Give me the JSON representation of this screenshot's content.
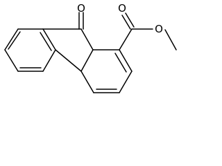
{
  "molecule": {
    "atoms": {
      "ketone_oxygen": "O",
      "carbonyl_oxygen": "O",
      "ether_oxygen": "O"
    }
  },
  "colors": {
    "bond": "#000000",
    "text": "#000000",
    "background": "#ffffff"
  }
}
